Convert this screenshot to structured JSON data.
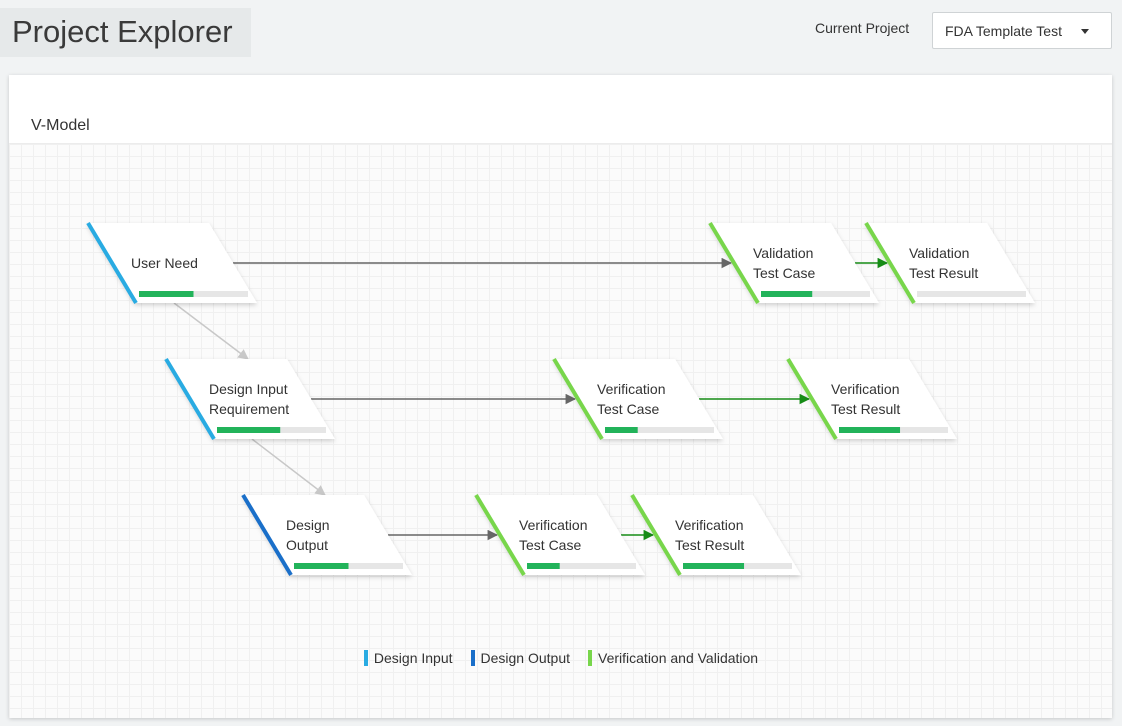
{
  "header": {
    "title": "Project Explorer",
    "project_label": "Current Project",
    "project_value": "FDA Template Test"
  },
  "card": {
    "title": "V-Model"
  },
  "colors": {
    "design_input": "#29abe2",
    "design_output": "#1a6fc9",
    "verification_validation": "#78d64b",
    "progress": "#22b35a",
    "arrow_design": "#c8c8c8",
    "arrow_trace": "#666666",
    "arrow_result": "#168c16"
  },
  "nodes": [
    {
      "id": "user-need",
      "lines": [
        "User Need"
      ],
      "category": "design_input",
      "progress": 0.5
    },
    {
      "id": "validation-test-case",
      "lines": [
        "Validation",
        "Test Case"
      ],
      "category": "verification_validation",
      "progress": 0.47
    },
    {
      "id": "validation-test-result",
      "lines": [
        "Validation",
        "Test Result"
      ],
      "category": "verification_validation",
      "progress": 0
    },
    {
      "id": "design-input-requirement",
      "lines": [
        "Design Input",
        "Requirement"
      ],
      "category": "design_input",
      "progress": 0.58
    },
    {
      "id": "verification-test-case-1",
      "lines": [
        "Verification",
        "Test Case"
      ],
      "category": "verification_validation",
      "progress": 0.3
    },
    {
      "id": "verification-test-result-1",
      "lines": [
        "Verification",
        "Test Result"
      ],
      "category": "verification_validation",
      "progress": 0.56
    },
    {
      "id": "design-output",
      "lines": [
        "Design",
        "Output"
      ],
      "category": "design_output",
      "progress": 0.5
    },
    {
      "id": "verification-test-case-2",
      "lines": [
        "Verification",
        "Test Case"
      ],
      "category": "verification_validation",
      "progress": 0.3
    },
    {
      "id": "verification-test-result-2",
      "lines": [
        "Verification",
        "Test Result"
      ],
      "category": "verification_validation",
      "progress": 0.56
    }
  ],
  "edges": [
    {
      "from": "user-need",
      "to": "validation-test-case",
      "kind": "trace"
    },
    {
      "from": "validation-test-case",
      "to": "validation-test-result",
      "kind": "result"
    },
    {
      "from": "design-input-requirement",
      "to": "verification-test-case-1",
      "kind": "trace"
    },
    {
      "from": "verification-test-case-1",
      "to": "verification-test-result-1",
      "kind": "result"
    },
    {
      "from": "design-output",
      "to": "verification-test-case-2",
      "kind": "trace"
    },
    {
      "from": "verification-test-case-2",
      "to": "verification-test-result-2",
      "kind": "result"
    },
    {
      "from": "user-need",
      "to": "design-input-requirement",
      "kind": "design"
    },
    {
      "from": "design-input-requirement",
      "to": "design-output",
      "kind": "design"
    }
  ],
  "legend": [
    {
      "label": "Design Input",
      "category": "design_input"
    },
    {
      "label": "Design Output",
      "category": "design_output"
    },
    {
      "label": "Verification and Validation",
      "category": "verification_validation"
    }
  ]
}
